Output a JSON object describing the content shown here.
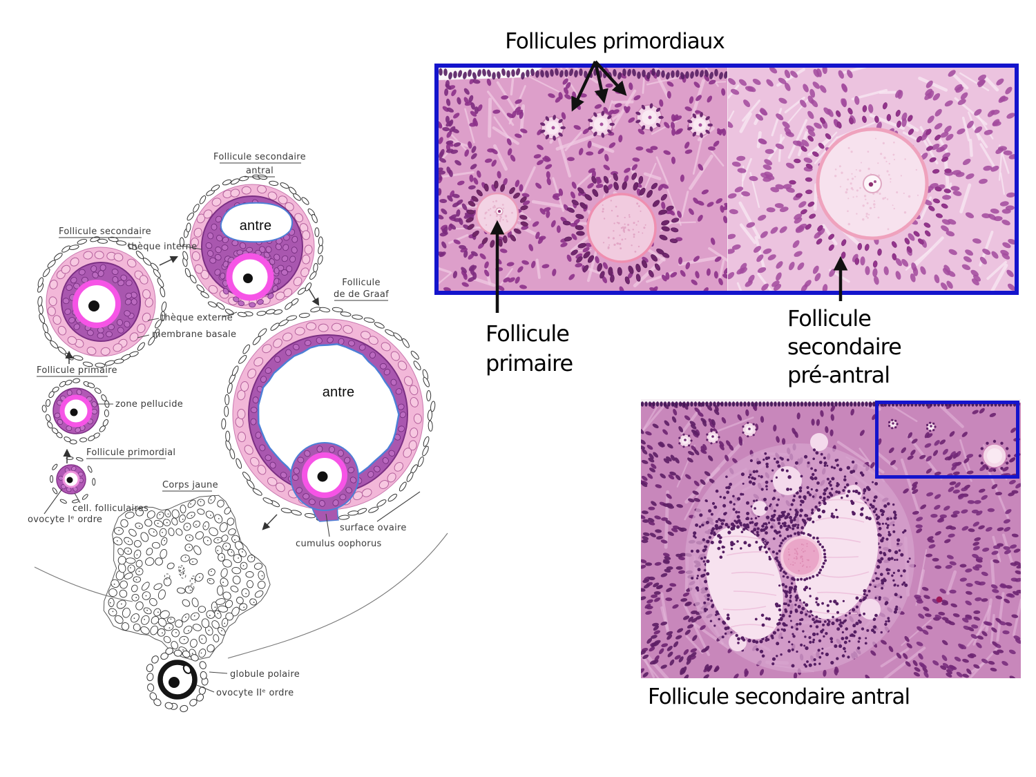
{
  "annotations": {
    "title": "Follicules primordiaux",
    "follicule_primaire": [
      "Follicule",
      "primaire"
    ],
    "follicule_secondaire_preantral": [
      "Follicule",
      "secondaire",
      "pré-antral"
    ],
    "caption_antral": "Follicule secondaire antral"
  },
  "diagram": {
    "heading_secondaire_antral": [
      "Follicule secondaire",
      "antral"
    ],
    "heading_secondaire": "Follicule secondaire",
    "heading_primaire": "Follicule primaire",
    "heading_primordial": "Follicule primordial",
    "heading_corps_jaune": "Corps jaune",
    "heading_graaf": [
      "Follicule",
      "de de Graaf"
    ],
    "label_theque_interne": "thèque interne",
    "label_theque_externe": "thèque externe",
    "label_membrane_basale": "membrane basale",
    "label_zone_pellucide": "zone pellucide",
    "label_cell_folliculaires": "cell. folliculaires",
    "label_ovocyte_1": "ovocyte Iᵉ ordre",
    "label_antre": "antre",
    "label_surface_ovaire": "surface ovaire",
    "label_cumulus_oophorus": "cumulus oophorus",
    "label_globule_polaire": "globule polaire",
    "label_ovocyte_2": "ovocyte IIᵉ ordre"
  },
  "colors": {
    "panel_border_blue": "#1414cc",
    "annotation_arrow_black": "#111111",
    "stroma_pink": "#dd9fca",
    "stroma_light_pink": "#ecc3df",
    "nucleus_purple": "#8c3189",
    "granulosa_purple": "#a957af",
    "zona_magenta": "#f654e6",
    "theca_pink": "#f2b7d8"
  }
}
